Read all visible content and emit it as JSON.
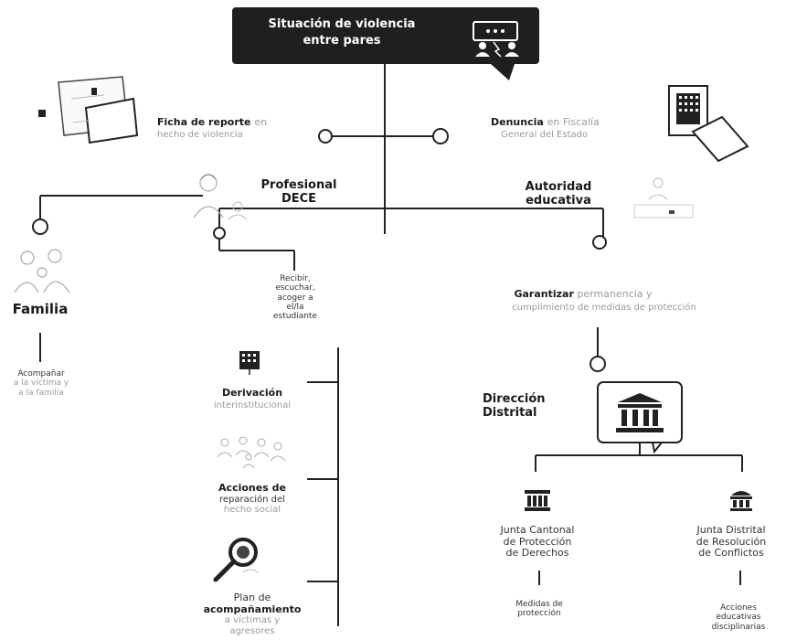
{
  "title": {
    "line1": "Situación de violencia",
    "line2": "entre pares"
  },
  "ficha": {
    "bold": "Ficha de reporte",
    "rest1": "en",
    "rest2": "hecho de violencia"
  },
  "denuncia": {
    "bold": "Denuncia",
    "rest1": "en Fiscalía",
    "rest2": "General del Estado"
  },
  "profesional": {
    "line1": "Profesional",
    "line2": "DECE"
  },
  "autoridad": {
    "line1": "Autoridad",
    "line2": "educativa"
  },
  "familia": {
    "label": "Familia",
    "sub1": "Acompañar",
    "sub2": "a la víctima y",
    "sub3": "a la familia"
  },
  "recibir": {
    "l1": "Recibir,",
    "l2": "escuchar,",
    "l3": "acoger a",
    "l4": "el/la",
    "l5": "estudiante"
  },
  "garantizar": {
    "bold": "Garantizar",
    "rest1": "permanencia y",
    "rest2": "cumplimiento de medidas de protección"
  },
  "derivacion": {
    "bold": "Derivación",
    "sub": "interinstitucional"
  },
  "acciones_rep": {
    "l1": "Acciones de",
    "l2": "reparación del",
    "l3": "hecho social"
  },
  "plan": {
    "l1": "Plan de",
    "l2": "acompañamiento",
    "l3": "a víctimas y",
    "l4": "agresores"
  },
  "direccion": {
    "line1": "Dirección",
    "line2": "Distrital"
  },
  "junta_cantonal": {
    "l1": "Junta Cantonal",
    "l2": "de Protección",
    "l3": "de Derechos",
    "sub1": "Medidas de",
    "sub2": "protección"
  },
  "junta_distrital": {
    "l1": "Junta Distrital",
    "l2": "de Resolución",
    "l3": "de Conflictos",
    "sub1": "Acciones",
    "sub2": "educativas",
    "sub3": "disciplinarias"
  },
  "colors": {
    "dark": "#1f1f1f",
    "line": "#222222",
    "muted": "#9a9a9a"
  },
  "icons": [
    "chat-people-icon",
    "report-form-icon",
    "document-building-icon",
    "counselor-icon",
    "authority-people-icon",
    "family-icon",
    "building-doc-icon",
    "people-group-icon",
    "magnifier-icon",
    "government-building-icon",
    "institution-small-icon",
    "institution-dome-icon"
  ]
}
